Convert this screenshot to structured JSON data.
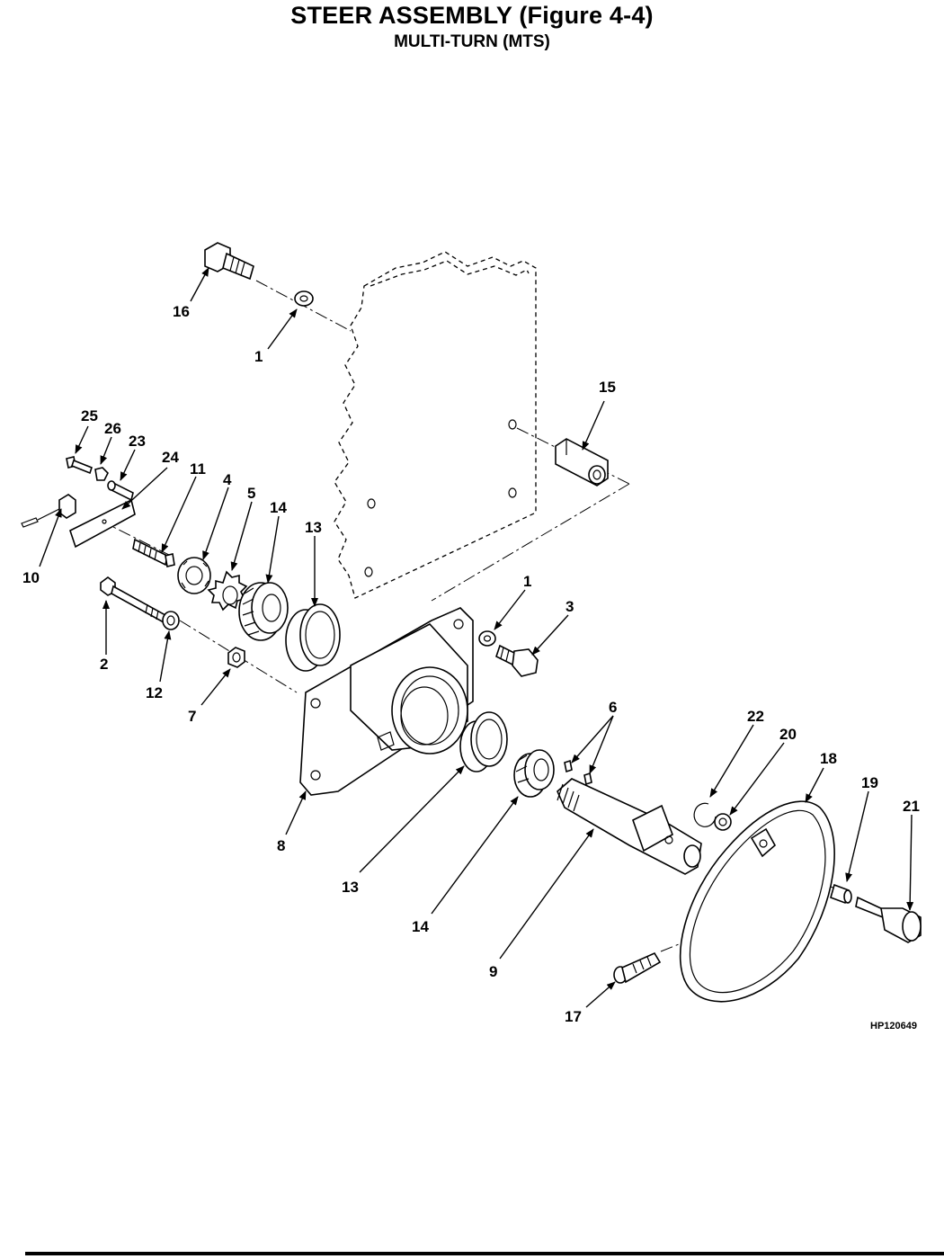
{
  "title": "STEER ASSEMBLY (Figure 4-4)",
  "subtitle": "MULTI-TURN (MTS)",
  "figure_code": "HP120649",
  "callouts": [
    "16",
    "1",
    "15",
    "25",
    "26",
    "23",
    "24",
    "11",
    "4",
    "5",
    "14",
    "13",
    "10",
    "1",
    "3",
    "2",
    "12",
    "7",
    "6",
    "22",
    "20",
    "18",
    "19",
    "21",
    "8",
    "13",
    "14",
    "9",
    "17"
  ]
}
